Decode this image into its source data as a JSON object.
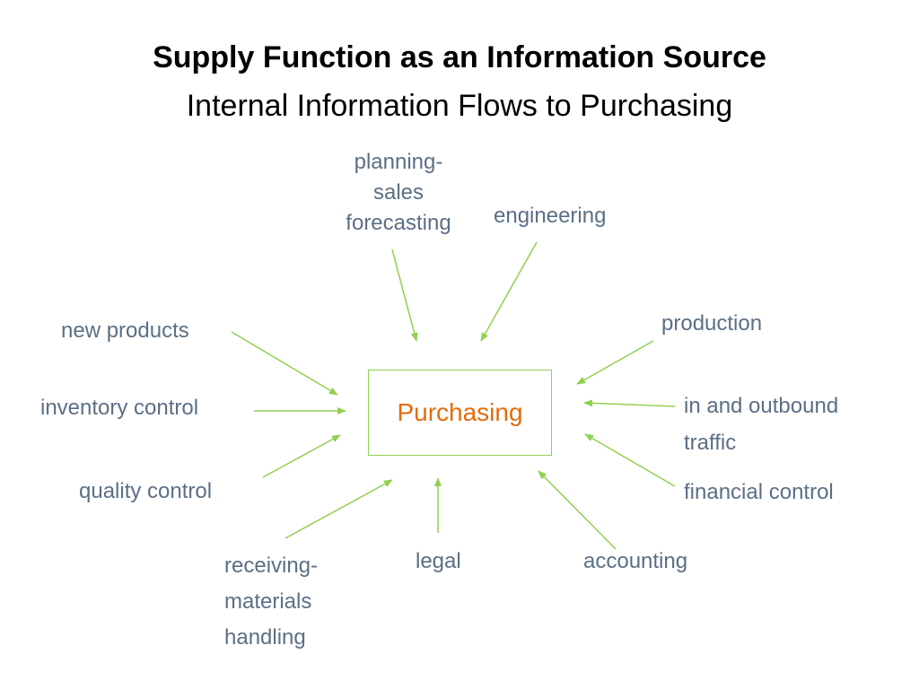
{
  "title": "Supply Function as an Information Source",
  "subtitle": "Internal Information Flows to Purchasing",
  "hub": {
    "label": "Purchasing"
  },
  "sources": {
    "planning": "planning-\nsales\nforecasting",
    "engineering": "engineering",
    "production": "production",
    "new_products": "new products",
    "inventory_control": "inventory control",
    "inbound_traffic": "in and outbound\ntraffic",
    "quality_control": "quality control",
    "financial_control": "financial control",
    "receiving": "receiving-\nmaterials\nhandling",
    "legal": "legal",
    "accounting": "accounting"
  },
  "colors": {
    "title": "#000000",
    "source_text": "#5b6f85",
    "hub_text": "#e36c09",
    "arrow": "#92d050",
    "hub_border": "#92d050"
  }
}
